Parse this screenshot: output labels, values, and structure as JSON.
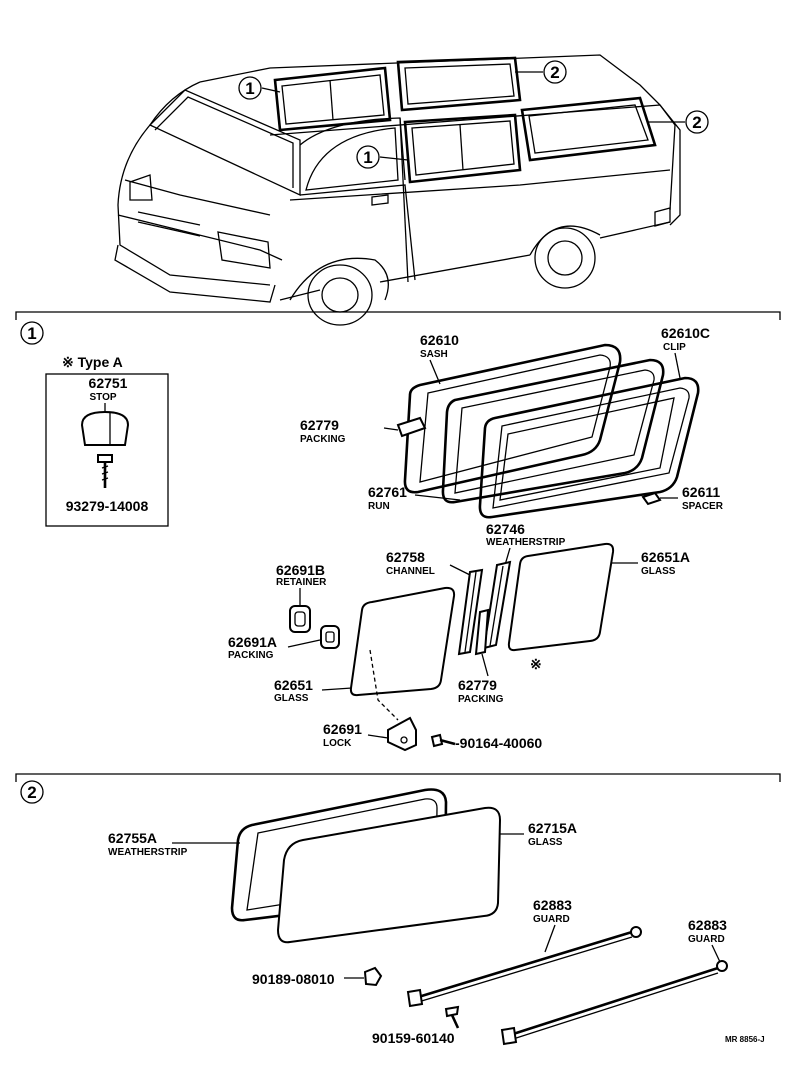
{
  "section1": {
    "marker": "1"
  },
  "section2": {
    "marker": "2"
  },
  "van_callouts": [
    "1",
    "2",
    "1",
    "2"
  ],
  "type_a": {
    "title": "※ Type A"
  },
  "parts": {
    "p62751": {
      "number": "62751",
      "name": "STOP"
    },
    "p93279": {
      "number": "93279-14008"
    },
    "p62610": {
      "number": "62610",
      "name": "SASH"
    },
    "p62610c": {
      "number": "62610C",
      "name": "CLIP"
    },
    "p62779a": {
      "number": "62779",
      "name": "PACKING"
    },
    "p62761": {
      "number": "62761",
      "name": "RUN"
    },
    "p62611": {
      "number": "62611",
      "name": "SPACER"
    },
    "p62746": {
      "number": "62746",
      "name": "WEATHERSTRIP"
    },
    "p62758": {
      "number": "62758",
      "name": "CHANNEL"
    },
    "p62651a": {
      "number": "62651A",
      "name": "GLASS"
    },
    "p62691b": {
      "number": "62691B",
      "name": "RETAINER"
    },
    "p62691a": {
      "number": "62691A",
      "name": "PACKING"
    },
    "p62651": {
      "number": "62651",
      "name": "GLASS"
    },
    "p62779b": {
      "number": "62779",
      "name": "PACKING"
    },
    "p62691": {
      "number": "62691",
      "name": "LOCK"
    },
    "p90164": {
      "number": "-90164-40060"
    },
    "p62755a": {
      "number": "62755A",
      "name": "WEATHERSTRIP"
    },
    "p62715a": {
      "number": "62715A",
      "name": "GLASS"
    },
    "p62883a": {
      "number": "62883",
      "name": "GUARD"
    },
    "p62883b": {
      "number": "62883",
      "name": "GUARD"
    },
    "p90189": {
      "number": "90189-08010"
    },
    "p90159": {
      "number": "90159-60140"
    }
  },
  "type_a_mark": "※",
  "footer_code": "MR 8856-J"
}
